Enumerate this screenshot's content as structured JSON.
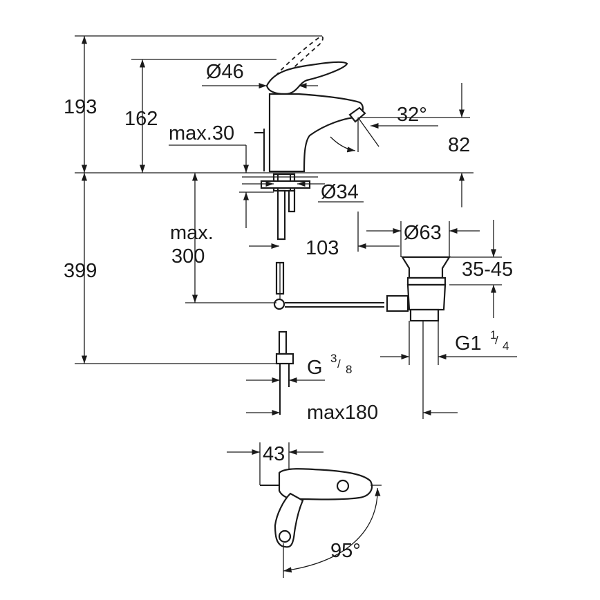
{
  "labels": {
    "h193": "193",
    "h162": "162",
    "d46": "Ø46",
    "angle32": "32°",
    "h82": "82",
    "max30": "max.30",
    "d34": "Ø34",
    "max300_line1": "max.",
    "max300_line2": "300",
    "d103": "103",
    "d63": "Ø63",
    "range35_45": "35-45",
    "h399": "399",
    "g114_main": "G1",
    "g114_num": "1",
    "g114_den": "4",
    "g38_main": "G",
    "g38_num": "3",
    "g38_den": "8",
    "max180": "max180",
    "d43": "43",
    "angle95": "95°"
  }
}
